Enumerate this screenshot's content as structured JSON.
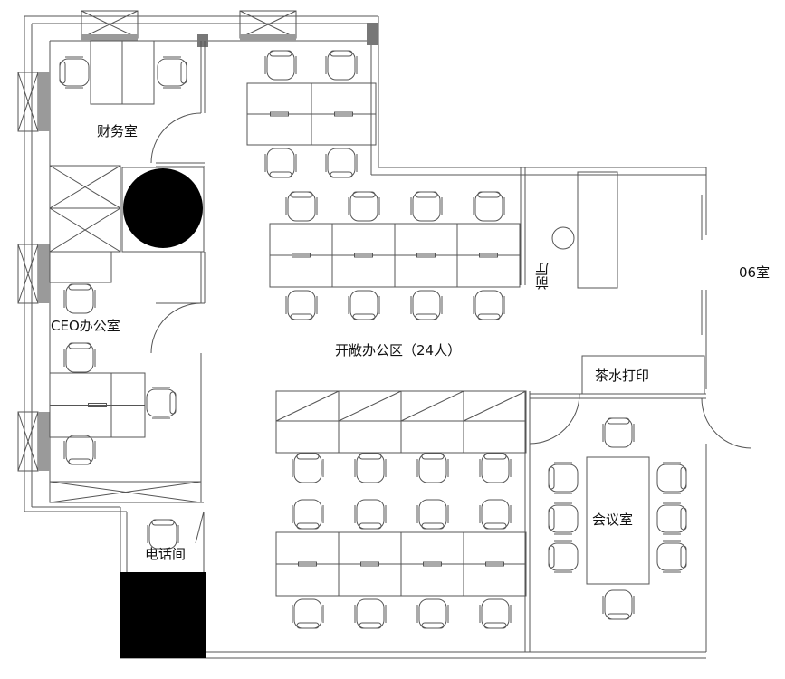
{
  "rooms": {
    "finance": "财务室",
    "ceo": "CEO办公室",
    "open_office": "开敞办公区（24人）",
    "lobby": "前厅",
    "room06": "06室",
    "pantry_print": "茶水打印",
    "meeting": "会议室",
    "phone": "电话间"
  },
  "colors": {
    "line": "#555555",
    "fill_dark": "#000000",
    "column": "#9a9a9a"
  }
}
